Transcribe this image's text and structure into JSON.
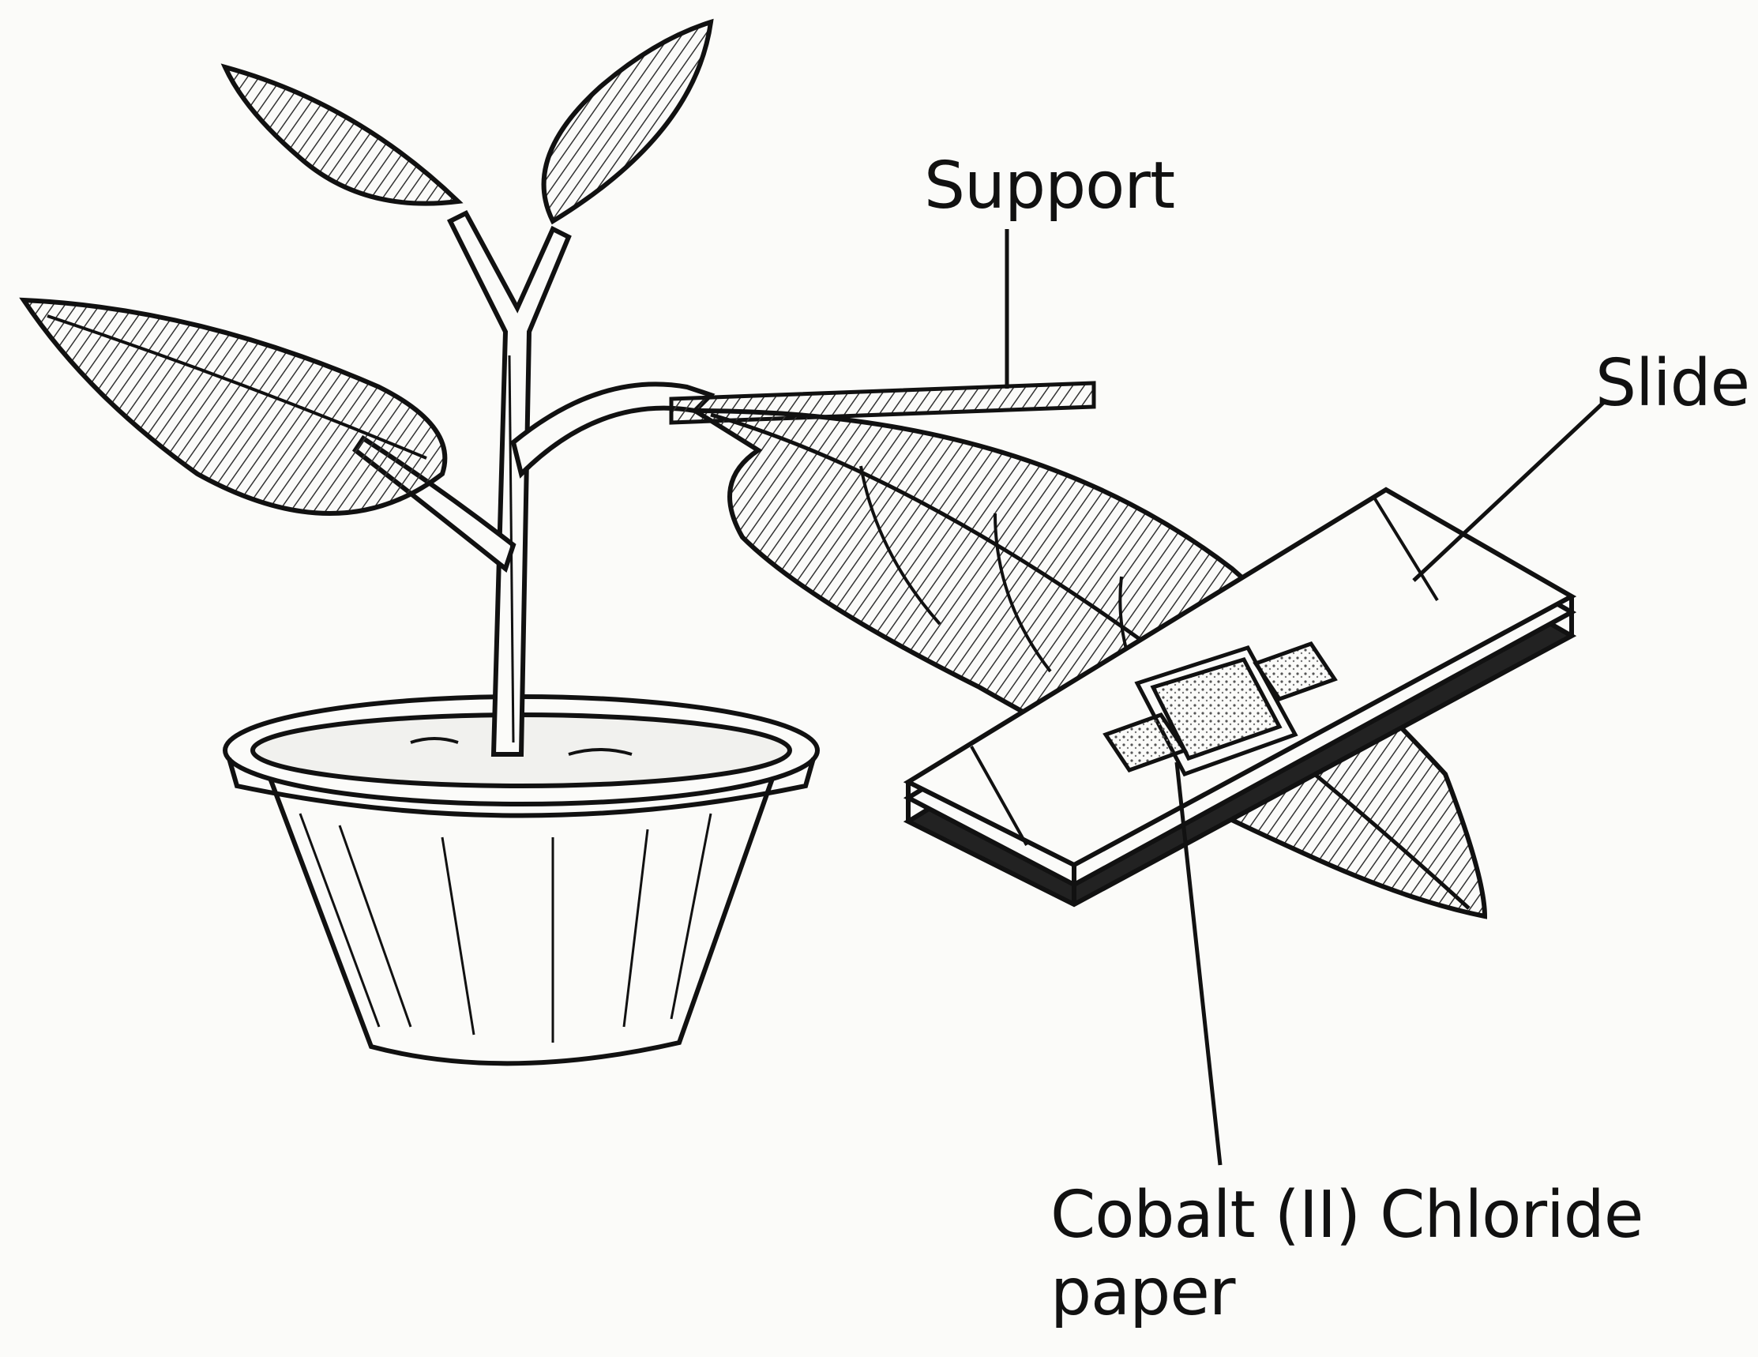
{
  "labels": {
    "support": "Support",
    "slide": "Slide",
    "cobalt_line1": "Cobalt (II) Chloride",
    "cobalt_line2": "paper"
  },
  "colors": {
    "ink": "#111111",
    "background": "#fbfbf9",
    "shade": "#b9b9b4"
  }
}
